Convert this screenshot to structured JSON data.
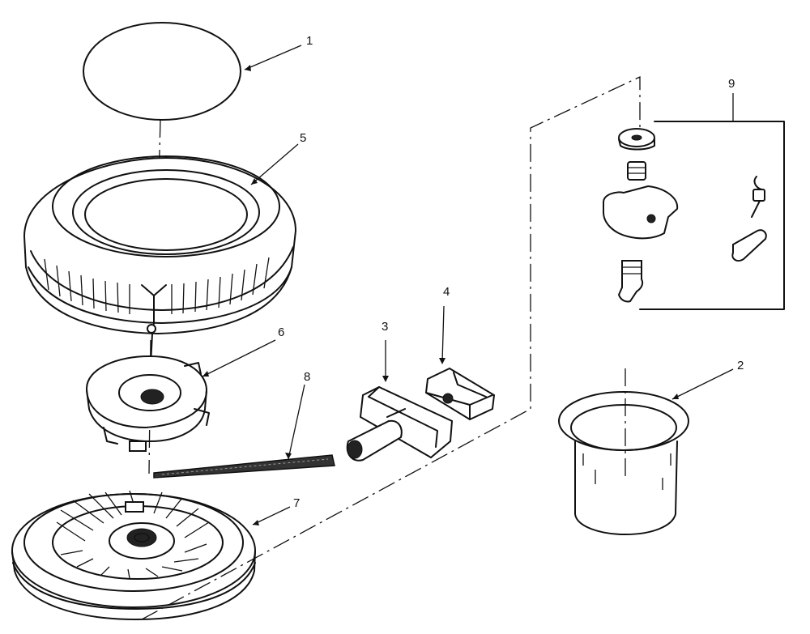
{
  "parts": [
    {
      "id": "1",
      "label": "1"
    },
    {
      "id": "2",
      "label": "2"
    },
    {
      "id": "3",
      "label": "3"
    },
    {
      "id": "4",
      "label": "4"
    },
    {
      "id": "5",
      "label": "5"
    },
    {
      "id": "6",
      "label": "6"
    },
    {
      "id": "7",
      "label": "7"
    },
    {
      "id": "8",
      "label": "8"
    },
    {
      "id": "9",
      "label": "9"
    }
  ]
}
